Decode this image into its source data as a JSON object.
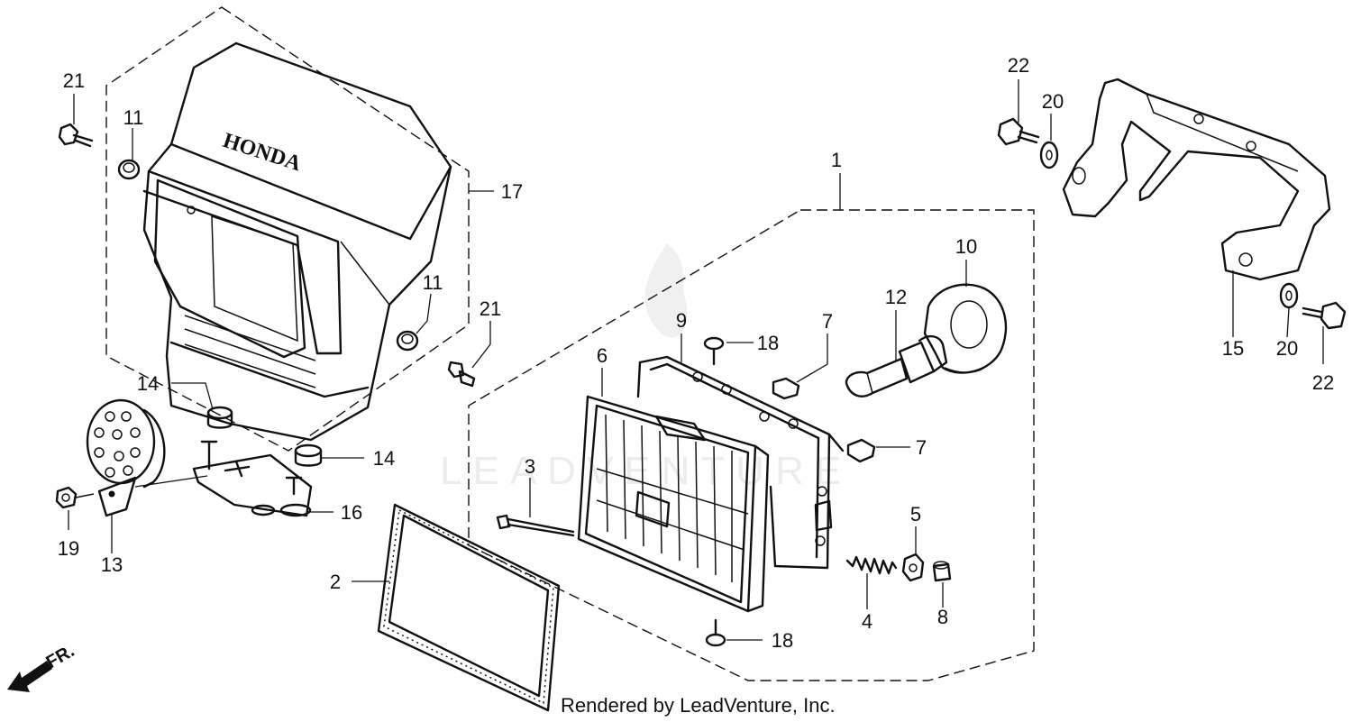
{
  "diagram": {
    "brand_lettering": "HONDA",
    "watermark": "LEADVENTURE",
    "direction_label": "FR.",
    "footer": "Rendered by LeadVenture, Inc.",
    "callouts": {
      "c1": "1",
      "c2": "2",
      "c3": "3",
      "c4": "4",
      "c5": "5",
      "c6": "6",
      "c7a": "7",
      "c7b": "7",
      "c8": "8",
      "c9": "9",
      "c10": "10",
      "c11a": "11",
      "c11b": "11",
      "c12": "12",
      "c13": "13",
      "c14a": "14",
      "c14b": "14",
      "c15": "15",
      "c16": "16",
      "c17": "17",
      "c18a": "18",
      "c18b": "18",
      "c19": "19",
      "c20a": "20",
      "c20b": "20",
      "c21a": "21",
      "c21b": "21",
      "c22a": "22",
      "c22b": "22"
    }
  }
}
